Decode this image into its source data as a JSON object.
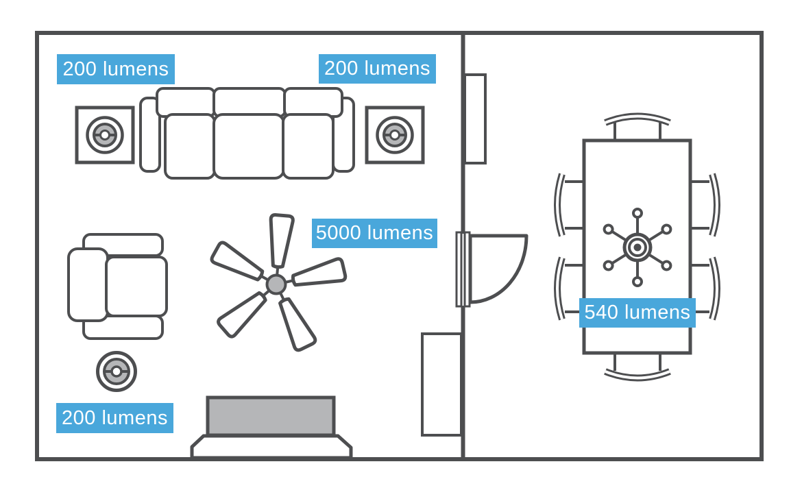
{
  "diagram_type": "lighting floor plan",
  "colors": {
    "accent_blue": "#49A7DB",
    "outline_gray": "#4D4E50",
    "fill_gray": "#B5B6B8",
    "background": "#FFFFFF"
  },
  "labels": {
    "table_lamp_top_left": "200 lumens",
    "table_lamp_top_right": "200 lumens",
    "ceiling_fan": "5000 lumens",
    "floor_lamp_bottom_left": "200 lumens",
    "dining_chandelier": "540 lumens"
  },
  "icons": [
    "table-lamp-icon",
    "table-lamp-icon",
    "ceiling-fan-icon",
    "floor-lamp-icon",
    "chandelier-icon"
  ]
}
